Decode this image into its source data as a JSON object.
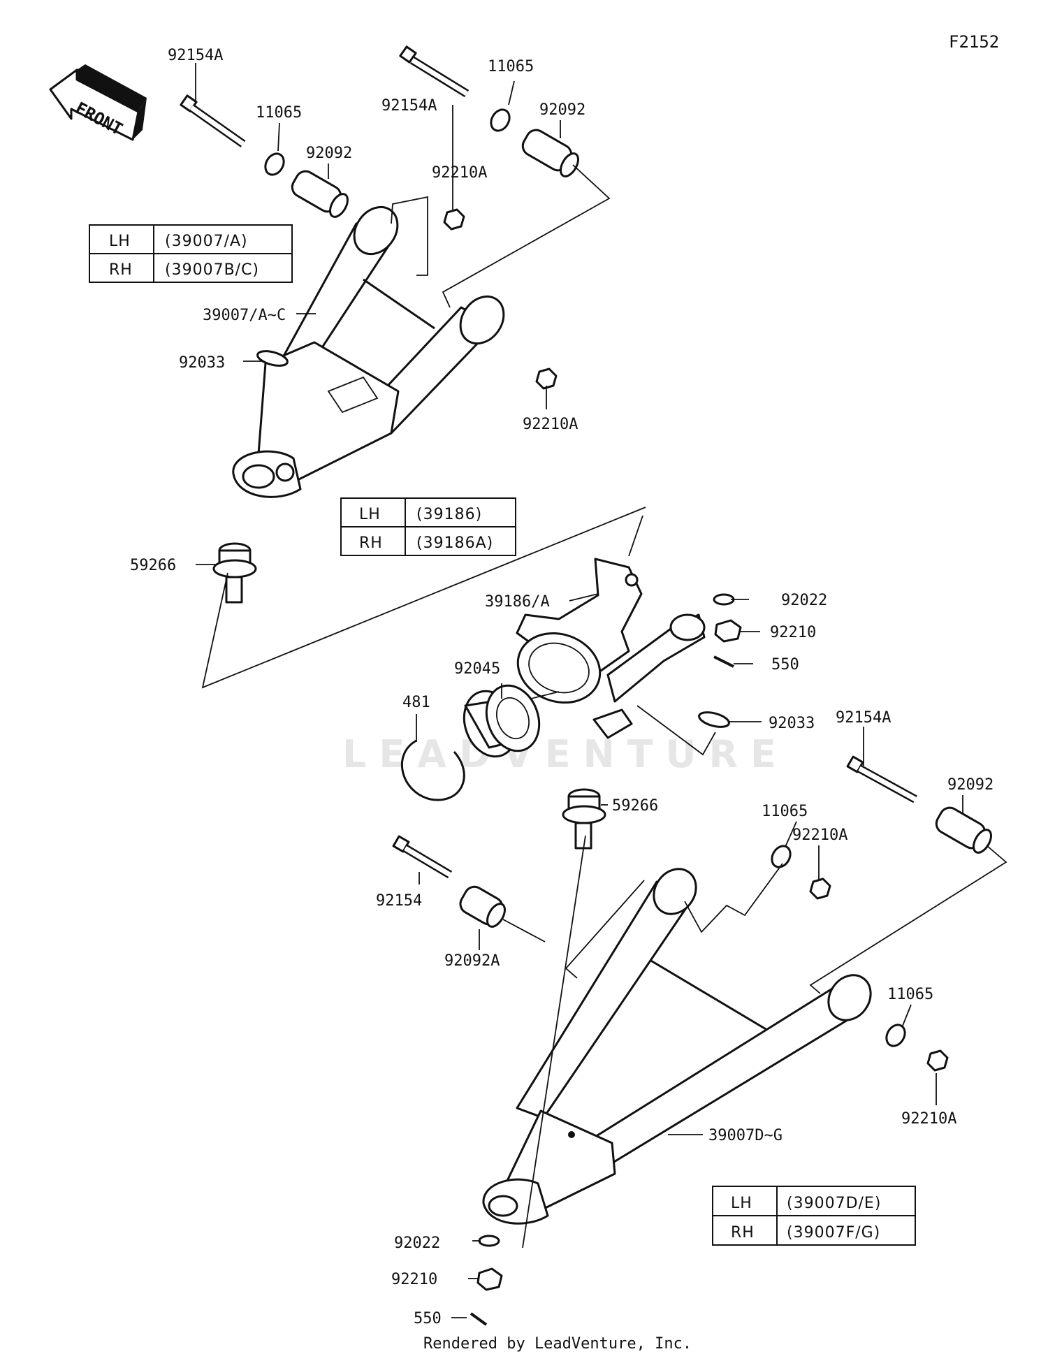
{
  "diagram_code": "F2152",
  "front_label": "FRONT",
  "watermark": "LEADVENTURE",
  "credit": "Rendered by LeadVenture, Inc.",
  "tables": [
    {
      "rows": [
        {
          "side": "LH",
          "part": "(39007/A)"
        },
        {
          "side": "RH",
          "part": "(39007B/C)"
        }
      ]
    },
    {
      "rows": [
        {
          "side": "LH",
          "part": "(39186)"
        },
        {
          "side": "RH",
          "part": "(39186A)"
        }
      ]
    },
    {
      "rows": [
        {
          "side": "LH",
          "part": "(39007D/E)"
        },
        {
          "side": "RH",
          "part": "(39007F/G)"
        }
      ]
    }
  ],
  "labels": [
    "92154A",
    "11065",
    "92092",
    "92154A",
    "11065",
    "92092",
    "92210A",
    "39007/A~C",
    "92033",
    "92210A",
    "59266",
    "39186/A",
    "92022",
    "92210",
    "550",
    "92045",
    "481",
    "92033",
    "92154A",
    "92092",
    "59266",
    "11065",
    "92210A",
    "92154",
    "92092A",
    "11065",
    "92210A",
    "39007D~G",
    "92022",
    "92210",
    "550"
  ]
}
